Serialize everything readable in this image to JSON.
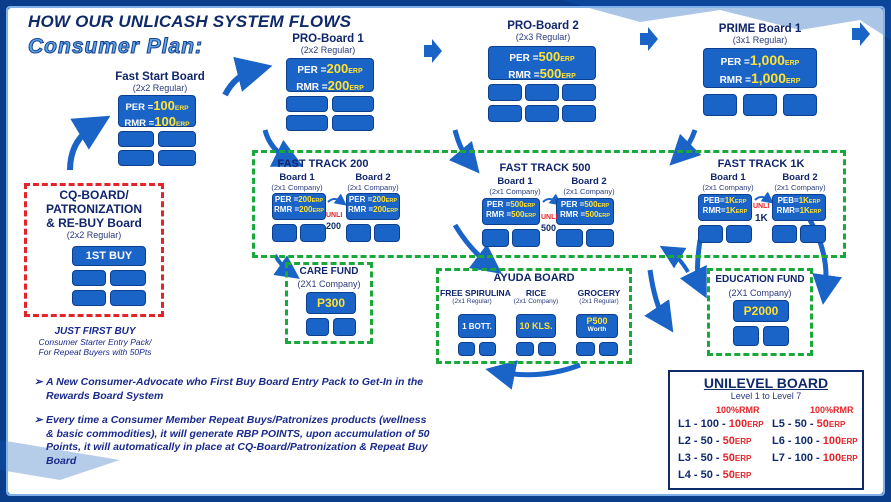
{
  "header": {
    "title": "HOW OUR UNLICASH SYSTEM FLOWS",
    "subtitle": "Consumer Plan:"
  },
  "labels": {
    "per": "PER = ",
    "rmr": "RMR = ",
    "peb": "PEB=",
    "rmr_short": "RMR=",
    "erp": "ERP",
    "unli": "UNLI"
  },
  "cq_board": {
    "title_lines": [
      "CQ-BOARD/",
      "PATRONIZATION",
      "& RE-BUY Board"
    ],
    "type": "(2x2 Regular)",
    "first_buy": "1ST BUY",
    "just_first_buy": "JUST FIRST BUY",
    "note_lines": [
      "Consumer Starter Entry Pack/",
      "For Repeat Buyers with 50Pts"
    ]
  },
  "fast_start": {
    "title": "Fast Start Board",
    "type": "(2x2 Regular)",
    "per": "100",
    "rmr": "100"
  },
  "pro_board_1": {
    "title": "PRO-Board 1",
    "type": "(2x2 Regular)",
    "per": "200",
    "rmr": "200"
  },
  "pro_board_2": {
    "title": "PRO-Board 2",
    "type": "(2x3 Regular)",
    "per": "500",
    "rmr": "500"
  },
  "prime_board_1": {
    "title": "PRIME Board 1",
    "type": "(3x1 Regular)",
    "per": "1,000",
    "rmr": "1,000"
  },
  "fast_track_200": {
    "title": "FAST TRACK 200",
    "boards": [
      {
        "name": "Board 1",
        "type": "(2x1 Company)",
        "per": "200",
        "rmr": "200"
      },
      {
        "name": "Board 2",
        "type": "(2x1 Company)",
        "per": "200",
        "rmr": "200"
      }
    ],
    "unli_value": "200"
  },
  "fast_track_500": {
    "title": "FAST TRACK 500",
    "boards": [
      {
        "name": "Board 1",
        "type": "(2x1 Company)",
        "per": "500",
        "rmr": "500"
      },
      {
        "name": "Board 2",
        "type": "(2x1 Company)",
        "per": "500",
        "rmr": "500"
      }
    ],
    "unli_value": "500"
  },
  "fast_track_1k": {
    "title": "FAST TRACK 1K",
    "boards": [
      {
        "name": "Board 1",
        "type": "(2x1 Company)",
        "per": "1K",
        "rmr": "1K"
      },
      {
        "name": "Board 2",
        "type": "(2x1 Company)",
        "per": "1K",
        "rmr": "1K"
      }
    ],
    "unli_value": "1K"
  },
  "care_fund": {
    "title": "CARE FUND",
    "type": "(2X1 Company)",
    "value": "P300"
  },
  "ayuda_board": {
    "title": "AYUDA BOARD",
    "items": [
      {
        "name": "FREE SPIRULINA",
        "type": "(2x1 Regular)",
        "value": "1 BOTT."
      },
      {
        "name": "RICE",
        "type": "(2x1 Company)",
        "value": "10 KLS."
      },
      {
        "name": "GROCERY",
        "type": "(2x1 Regular)",
        "value": "P500",
        "extra": "Worth"
      }
    ]
  },
  "education_fund": {
    "title": "EDUCATION FUND",
    "type": "(2X1 Company)",
    "value": "P2000"
  },
  "unilevel": {
    "title": "UNILEVEL BOARD",
    "levels": "Level 1 to Level 7",
    "pct": "100%RMR",
    "rows": [
      {
        "lvl": "L1 - ",
        "a": "100 - ",
        "b": "100"
      },
      {
        "lvl": "L2 - ",
        "a": "50 - ",
        "b": "50"
      },
      {
        "lvl": "L3 - ",
        "a": "50 - ",
        "b": "50"
      },
      {
        "lvl": "L4 - ",
        "a": "50 - ",
        "b": "50"
      },
      {
        "lvl": "L5 - ",
        "a": "50 - ",
        "b": "50"
      },
      {
        "lvl": "L6 - ",
        "a": "100 - ",
        "b": "100"
      },
      {
        "lvl": "L7 - ",
        "a": "100 - ",
        "b": "100"
      }
    ]
  },
  "bullets": [
    "A New Consumer-Advocate who First Buy Board Entry Pack to Get-In in the Rewards Board System",
    "Every time a Consumer Member Repeat Buys/Patronizes products (wellness & basic commodities), it will generate RBP POINTS, upon accumulation of 50 Points, it will automatically in place at CQ-Board/Patronization & Repeat Buy Board"
  ],
  "colors": {
    "box": "#1a63c7",
    "value": "#ffe234",
    "green": "#1aa83a",
    "red": "#e5242a",
    "navy": "#0f2a6b"
  }
}
